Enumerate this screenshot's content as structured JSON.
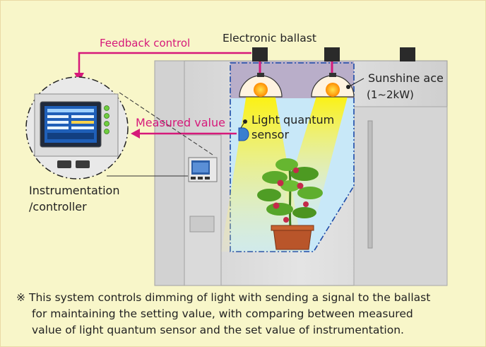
{
  "labels": {
    "feedback_control": "Feedback control",
    "electronic_ballast": "Electronic ballast",
    "sunshine_ace": "Sunshine ace",
    "sunshine_ace_power": "(1∼2kW)",
    "light_quantum_sensor_line1": "Light quantum",
    "light_quantum_sensor_line2": "sensor",
    "measured_value": "Measured value",
    "instrumentation_line1": "Instrumentation",
    "instrumentation_line2": "/controller"
  },
  "note": {
    "mark": "※",
    "line1": "This system controls dimming of light with sending a signal to the ballast",
    "line2": "for maintaining the setting value, with comparing between measured",
    "line3": "value of light quantum sensor and the set value of instrumentation."
  },
  "colors": {
    "background": "#f8f6c9",
    "accent": "#d6197a",
    "chamber_light": "#c8e8f8",
    "cabinet": "#d9d9d9"
  }
}
